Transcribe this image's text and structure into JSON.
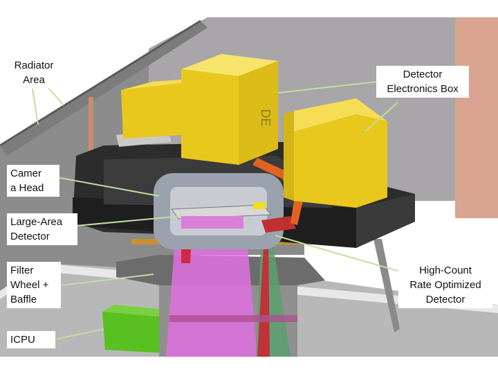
{
  "labels": {
    "radiator": [
      "Radiator",
      "Area"
    ],
    "de_box": [
      "Detector",
      "Electronics Box"
    ],
    "camera_head": [
      "Camer",
      "a Head"
    ],
    "large_area": [
      "Large-Area",
      "Detector"
    ],
    "filter_wheel": [
      "Filter",
      "Wheel +",
      "Baffle"
    ],
    "icpu": [
      "ICPU"
    ],
    "high_count": [
      "High-Count",
      "Rate Optimized",
      "Detector"
    ],
    "de_marking": "DE"
  },
  "colors": {
    "yellow_box": "#e8c81c",
    "dark_bench": "#2c2c2c",
    "camera_head": "#9aa3ad",
    "magenta_beam": "#e070e0",
    "green_beam": "#5aa070",
    "red_beam": "#d02030",
    "orange_cable": "#e06420",
    "icpu_green": "#58c020",
    "leader_line": "#bfe0a0"
  }
}
